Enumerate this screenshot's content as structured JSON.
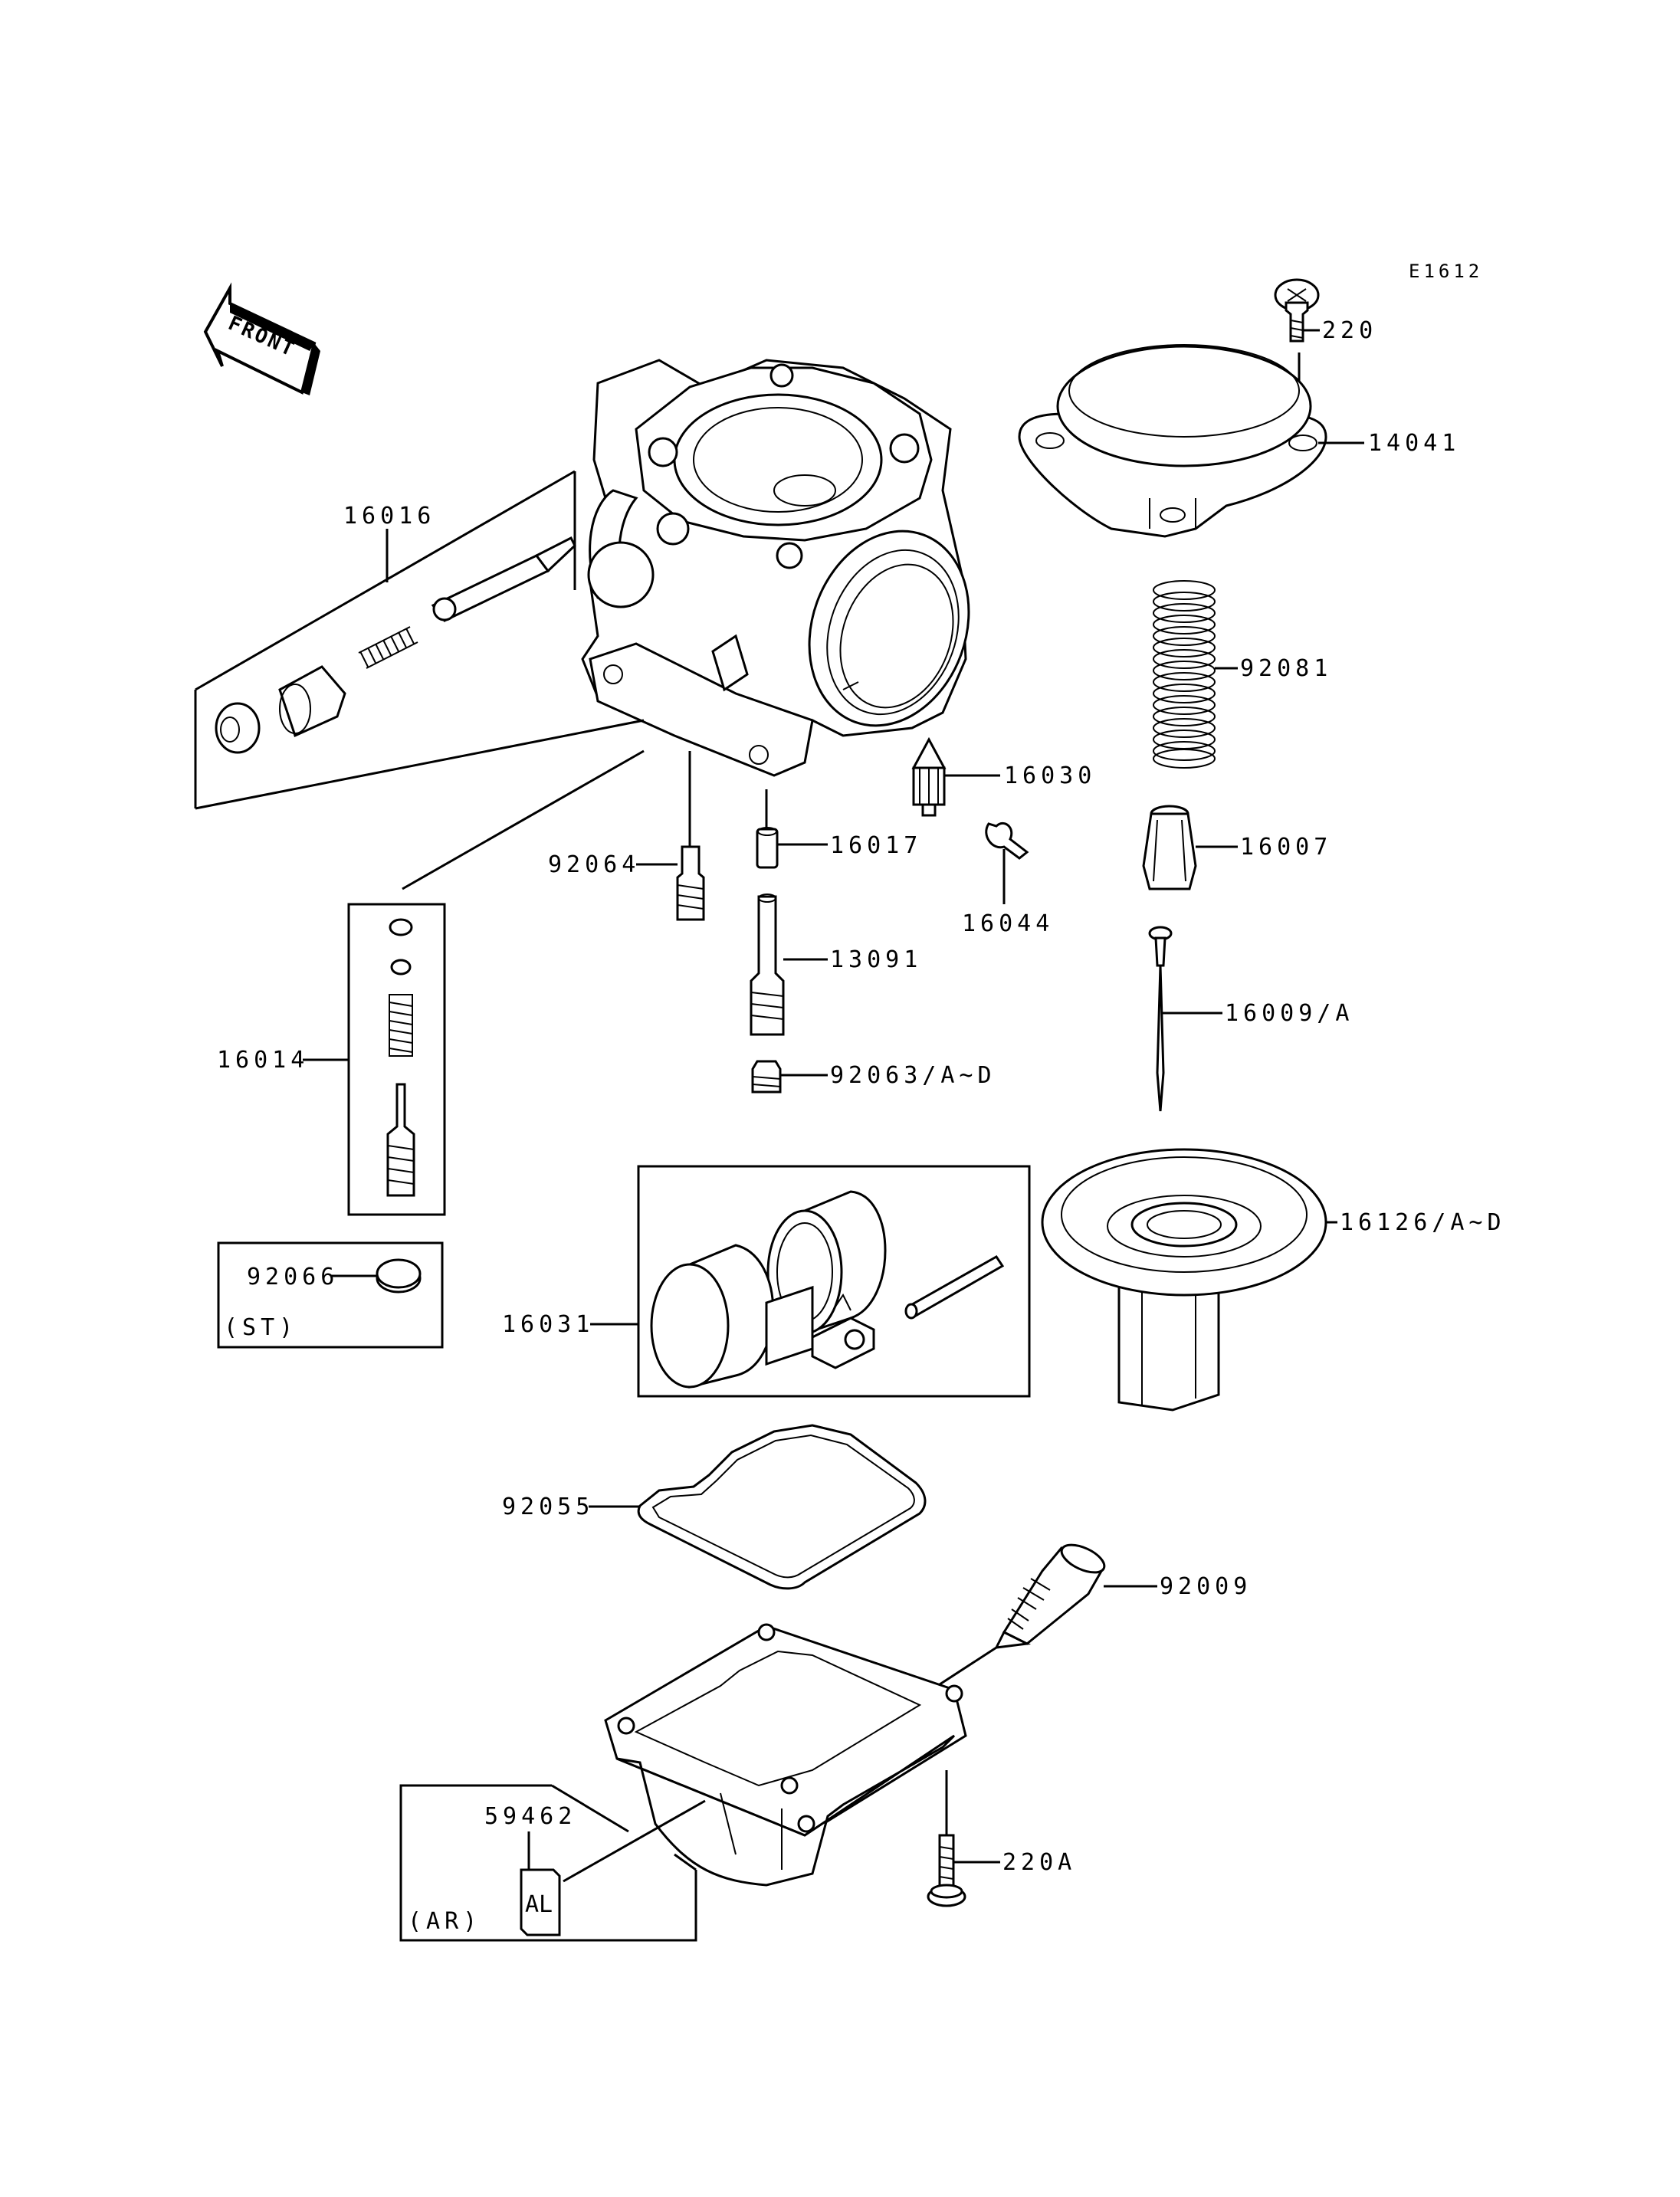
{
  "diagram": {
    "code": "E1612",
    "front_label": "FRONT",
    "callouts": [
      {
        "id": "220",
        "text": "220"
      },
      {
        "id": "14041",
        "text": "14041"
      },
      {
        "id": "16016",
        "text": "16016"
      },
      {
        "id": "92081",
        "text": "92081"
      },
      {
        "id": "16030",
        "text": "16030"
      },
      {
        "id": "16017",
        "text": "16017"
      },
      {
        "id": "16007",
        "text": "16007"
      },
      {
        "id": "92064",
        "text": "92064"
      },
      {
        "id": "16044",
        "text": "16044"
      },
      {
        "id": "13091",
        "text": "13091"
      },
      {
        "id": "16009a",
        "text": "16009/A"
      },
      {
        "id": "16014",
        "text": "16014"
      },
      {
        "id": "92063",
        "text": "92063/A~D"
      },
      {
        "id": "16126",
        "text": "16126/A~D"
      },
      {
        "id": "92066",
        "text": "92066"
      },
      {
        "id": "16031",
        "text": "16031"
      },
      {
        "id": "92055",
        "text": "92055"
      },
      {
        "id": "92009",
        "text": "92009"
      },
      {
        "id": "59462",
        "text": "59462"
      },
      {
        "id": "220a",
        "text": "220A"
      }
    ],
    "notes": {
      "st": "(ST)",
      "ar": "(AR)",
      "al_plate": "AL"
    }
  }
}
